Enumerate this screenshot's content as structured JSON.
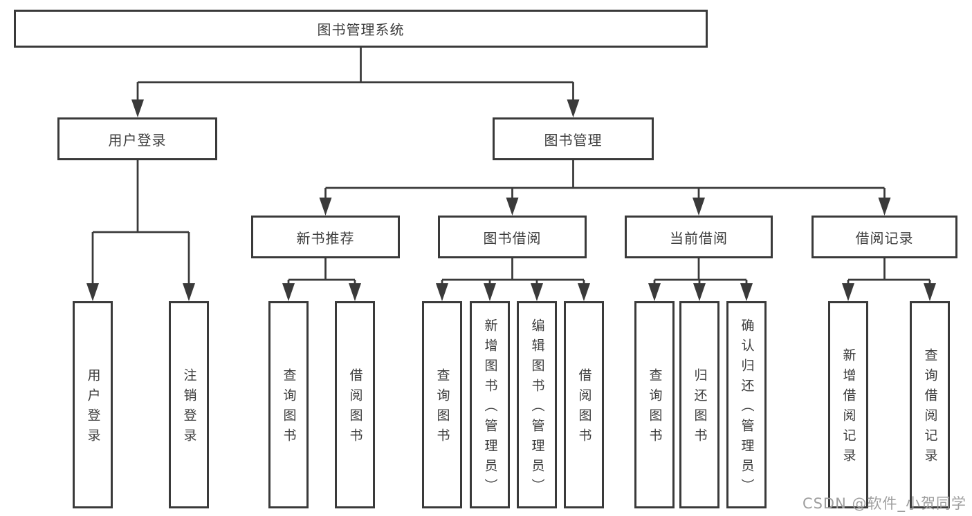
{
  "tree": {
    "label": "图书管理系统",
    "children": [
      {
        "label": "用户登录",
        "children": [
          {
            "label": "用户登录"
          },
          {
            "label": "注销登录"
          }
        ]
      },
      {
        "label": "图书管理",
        "children": [
          {
            "label": "新书推荐",
            "children": [
              {
                "label": "查询图书"
              },
              {
                "label": "借阅图书"
              }
            ]
          },
          {
            "label": "图书借阅",
            "children": [
              {
                "label": "查询图书"
              },
              {
                "label": "新增图书（管理员）"
              },
              {
                "label": "编辑图书（管理员）"
              },
              {
                "label": "借阅图书"
              }
            ]
          },
          {
            "label": "当前借阅",
            "children": [
              {
                "label": "查询图书"
              },
              {
                "label": "归还图书"
              },
              {
                "label": "确认归还（管理员）"
              }
            ]
          },
          {
            "label": "借阅记录",
            "children": [
              {
                "label": "新增借阅记录"
              },
              {
                "label": "查询借阅记录"
              }
            ]
          }
        ]
      }
    ]
  },
  "watermark": {
    "text": "CSDN @软件_小贺同学"
  },
  "colors": {
    "line": "#3a3a3a",
    "text": "#3d3d3d",
    "watermark": "#9e9e9e",
    "background": "#ffffff"
  }
}
